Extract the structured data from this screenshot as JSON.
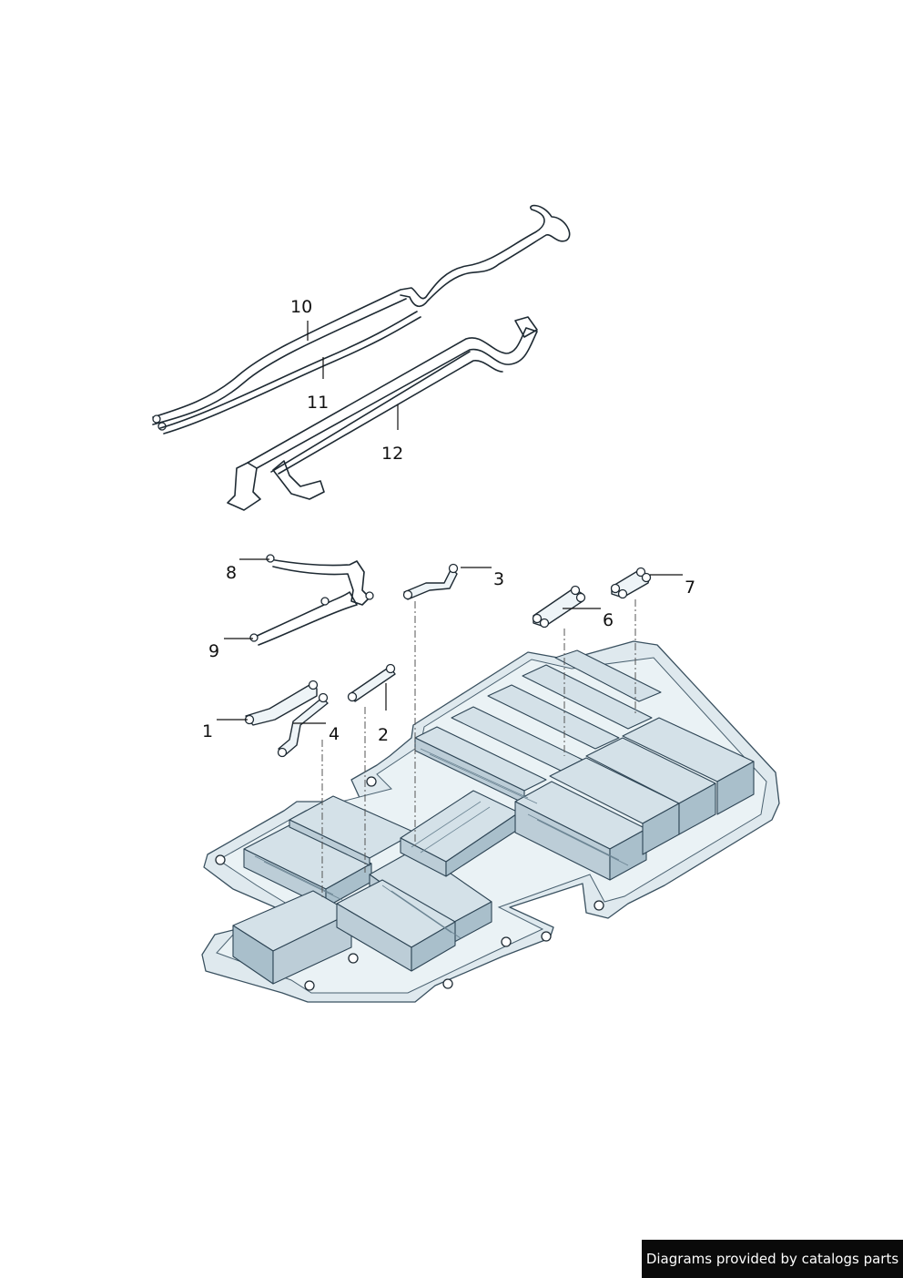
{
  "callouts": [
    {
      "id": "1",
      "label": "1"
    },
    {
      "id": "2",
      "label": "2"
    },
    {
      "id": "3",
      "label": "3"
    },
    {
      "id": "4",
      "label": "4"
    },
    {
      "id": "6",
      "label": "6"
    },
    {
      "id": "7",
      "label": "7"
    },
    {
      "id": "8",
      "label": "8"
    },
    {
      "id": "9",
      "label": "9"
    },
    {
      "id": "10",
      "label": "10"
    },
    {
      "id": "11",
      "label": "11"
    },
    {
      "id": "12",
      "label": "12"
    }
  ],
  "watermark": {
    "text": "Diagrams provided by catalogs parts"
  }
}
